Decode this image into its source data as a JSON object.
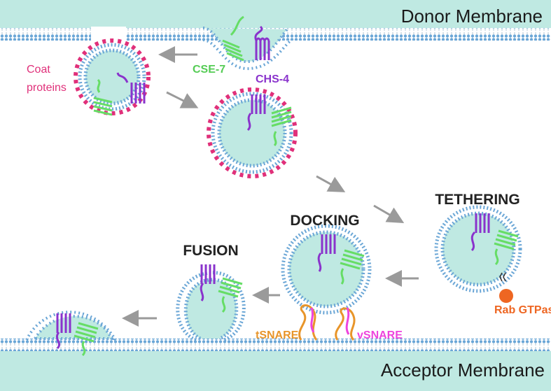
{
  "labels": {
    "donor_membrane": "Donor Membrane",
    "acceptor_membrane": "Acceptor Membrane",
    "coat_proteins_line1": "Coat",
    "coat_proteins_line2": "proteins",
    "cse7": "CSE-7",
    "chs4": "CHS-4",
    "tethering": "TETHERING",
    "docking": "DOCKING",
    "fusion": "FUSION",
    "rab_gtpase": "Rab GTPase",
    "tsnare": "tSNARE",
    "vsnare": "vSNARE"
  },
  "colors": {
    "membrane_fill": "#bfe9e2",
    "lipid_head": "#6aa6d6",
    "coat_protein": "#e0307a",
    "cse7_green": "#66dd66",
    "chs4_purple": "#8a33cc",
    "tsnare_orange": "#e8952a",
    "vsnare_magenta": "#ee44dd",
    "rab_orange": "#ee6622",
    "arrow_gray": "#9a9a9a"
  },
  "icons": {
    "protein_cse7": "helix-coil-green-icon",
    "protein_chs4": "helix-coil-purple-icon",
    "rab": "orange-sphere-icon"
  }
}
